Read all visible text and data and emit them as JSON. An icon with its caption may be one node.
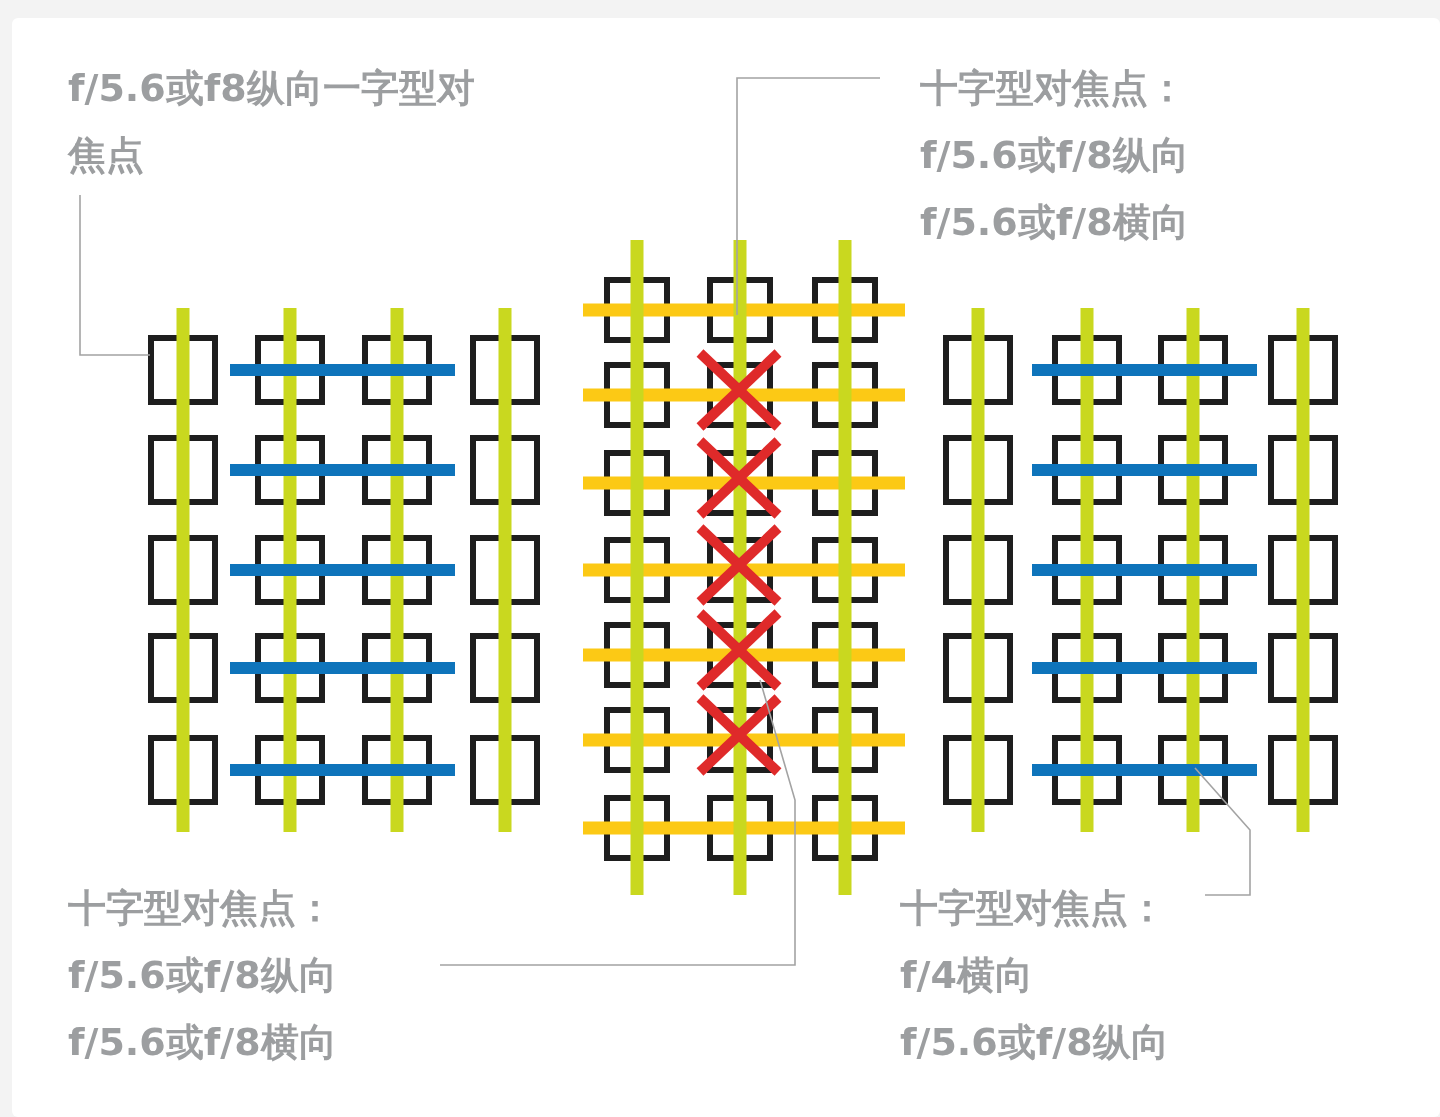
{
  "diagram": {
    "nodes": [
      {
        "text": [
          "f/5.6或f8纵向一字型对焦点"
        ]
      },
      {
        "text": [
          "十字型对焦点：",
          "f/5.6或f/8纵向",
          "f/5.6或f/8横向"
        ]
      },
      {
        "text": [
          "十字型对焦点：",
          "f/5.6或f/8纵向",
          "f/5.6或f/8横向"
        ]
      },
      {
        "text": [
          "十字型对焦点：",
          "f/4横向",
          "f/5.6或f/8纵向"
        ]
      }
    ],
    "edges": [
      {
        "from": 0,
        "to": null,
        "arrow": "none"
      },
      {
        "from": 1,
        "to": null,
        "arrow": "none"
      },
      {
        "from": 2,
        "to": null,
        "arrow": "none"
      },
      {
        "from": 3,
        "to": null,
        "arrow": "none"
      }
    ]
  }
}
